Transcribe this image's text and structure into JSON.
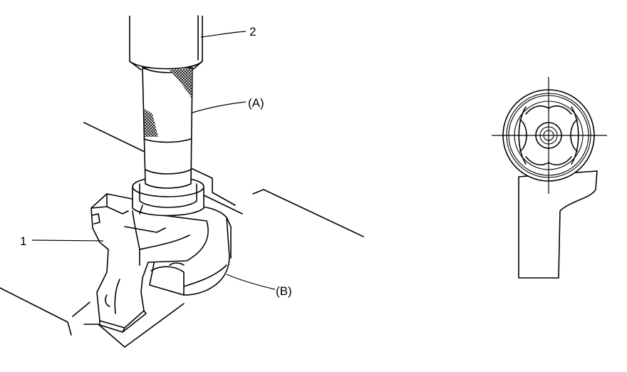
{
  "labels": {
    "part1": "1",
    "part2": "2",
    "tool_a": "(A)",
    "tool_b": "(B)"
  },
  "colors": {
    "line": "#000000",
    "background": "#ffffff"
  }
}
